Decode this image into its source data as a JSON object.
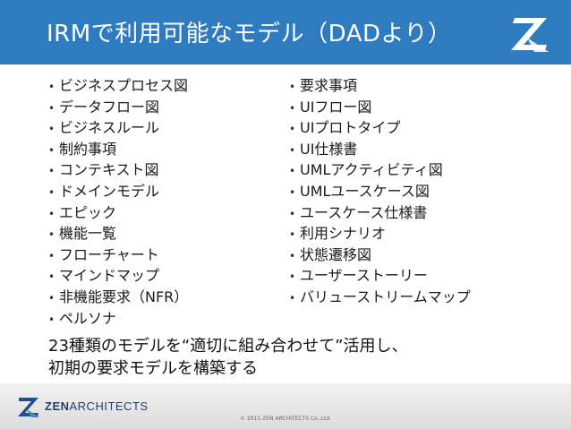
{
  "header": {
    "title": "IRMで利用可能なモデル（DADより）",
    "colors": {
      "bar": "#2e7bc0",
      "text": "#ffffff"
    }
  },
  "left_list": [
    "ビジネスプロセス図",
    "データフロー図",
    "ビジネスルール",
    "制約事項",
    "コンテキスト図",
    "ドメインモデル",
    "エピック",
    "機能一覧",
    "フローチャート",
    "マインドマップ",
    "非機能要求（NFR）",
    "ペルソナ"
  ],
  "right_list": [
    "要求事項",
    "UIフロー図",
    "UIプロトタイプ",
    "UI仕様書",
    "UMLアクティビティ図",
    "UMLユースケース図",
    "ユースケース仕様書",
    "利用シナリオ",
    "状態遷移図",
    "ユーザーストーリー",
    "バリューストリームマップ"
  ],
  "summary": [
    "23種類のモデルを“適切に組み合わせて”活用し、",
    "初期の要求モデルを構築する"
  ],
  "footer": {
    "brand_bold": "ZEN",
    "brand_rest": "ARCHITECTS",
    "copyright": "© 2015 ZEN ARCHITECTS Co.,Ltd.",
    "logo_icon": "zen-architects-logo-icon"
  }
}
